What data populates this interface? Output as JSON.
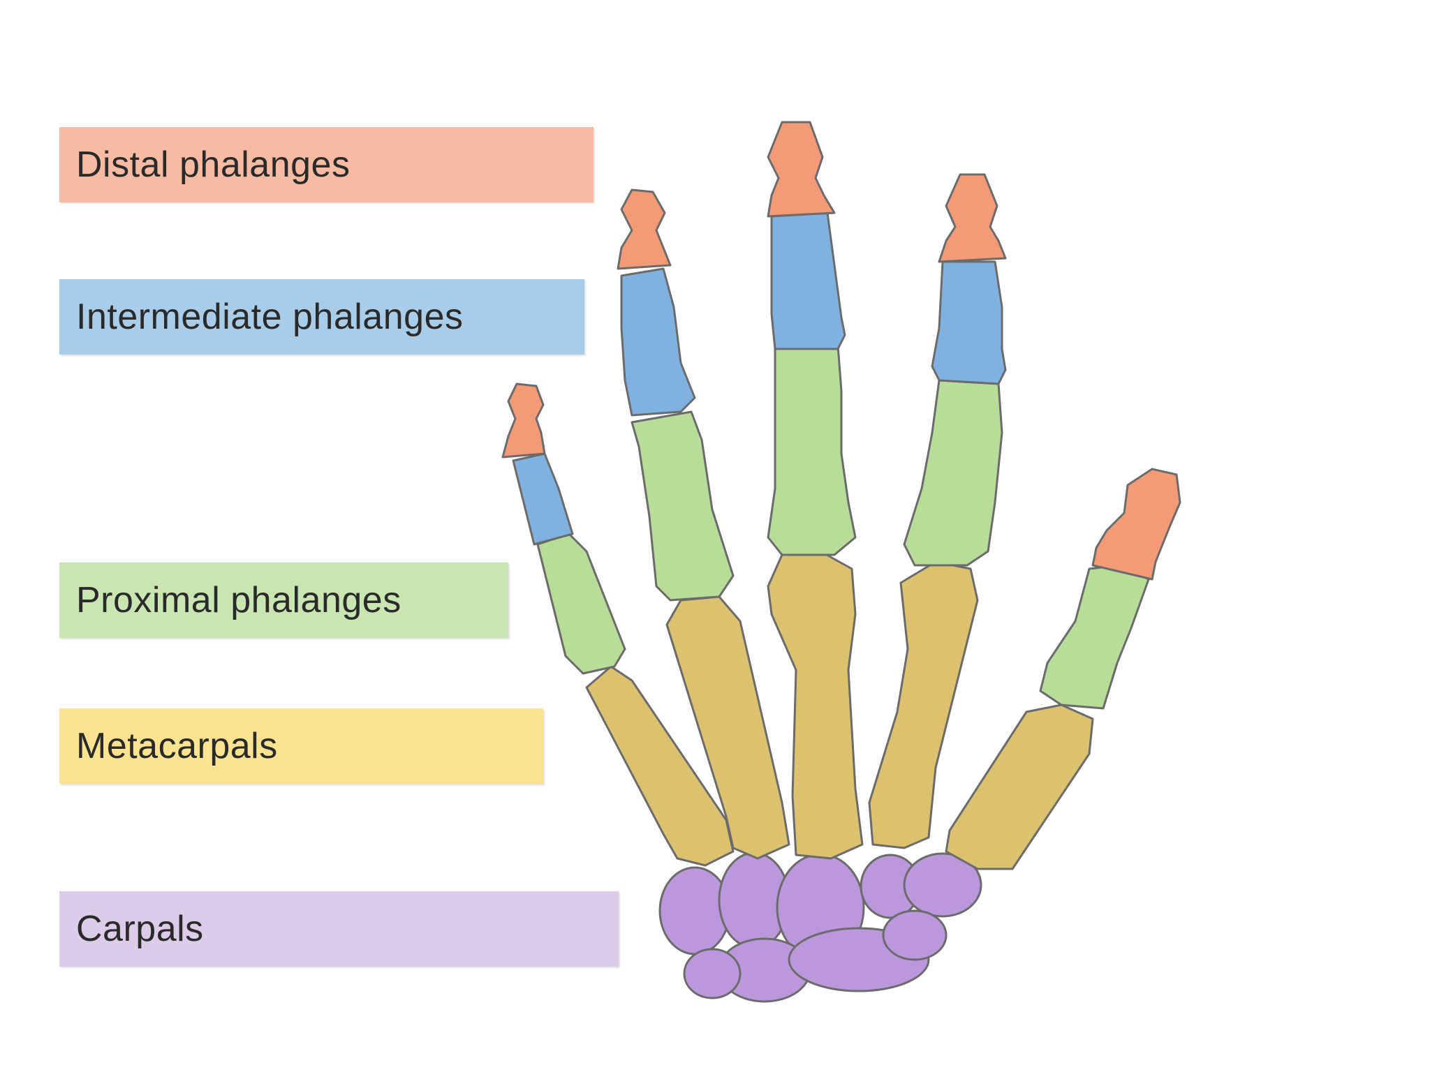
{
  "labels": {
    "distal": "Distal phalanges",
    "intermediate": "Intermediate phalanges",
    "proximal": "Proximal phalanges",
    "metacarpals": "Metacarpals",
    "carpals": "Carpals"
  },
  "colors": {
    "distal": "#f59a76",
    "distal_label_bg": "#f7baa2",
    "intermediate": "#7fb2e0",
    "intermediate_label_bg": "#a9cde9",
    "proximal": "#b7dd98",
    "proximal_label_bg": "#c9e5b1",
    "metacarpals": "#dcc26e",
    "metacarpals_label_bg": "#fce392",
    "carpals": "#bb97dc",
    "carpals_label_bg": "#ddcbea"
  }
}
